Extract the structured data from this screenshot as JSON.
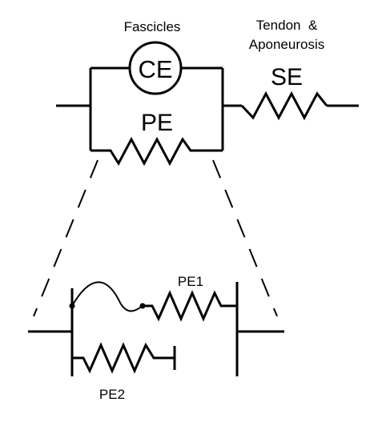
{
  "labels": {
    "fascicles": "Fascicles",
    "tendon_line1": "Tendon  &",
    "tendon_line2": "Aponeurosis",
    "ce": "CE",
    "se": "SE",
    "pe": "PE",
    "pe1": "PE1",
    "pe2": "PE2"
  },
  "colors": {
    "stroke": "#000000",
    "background": "#ffffff"
  }
}
